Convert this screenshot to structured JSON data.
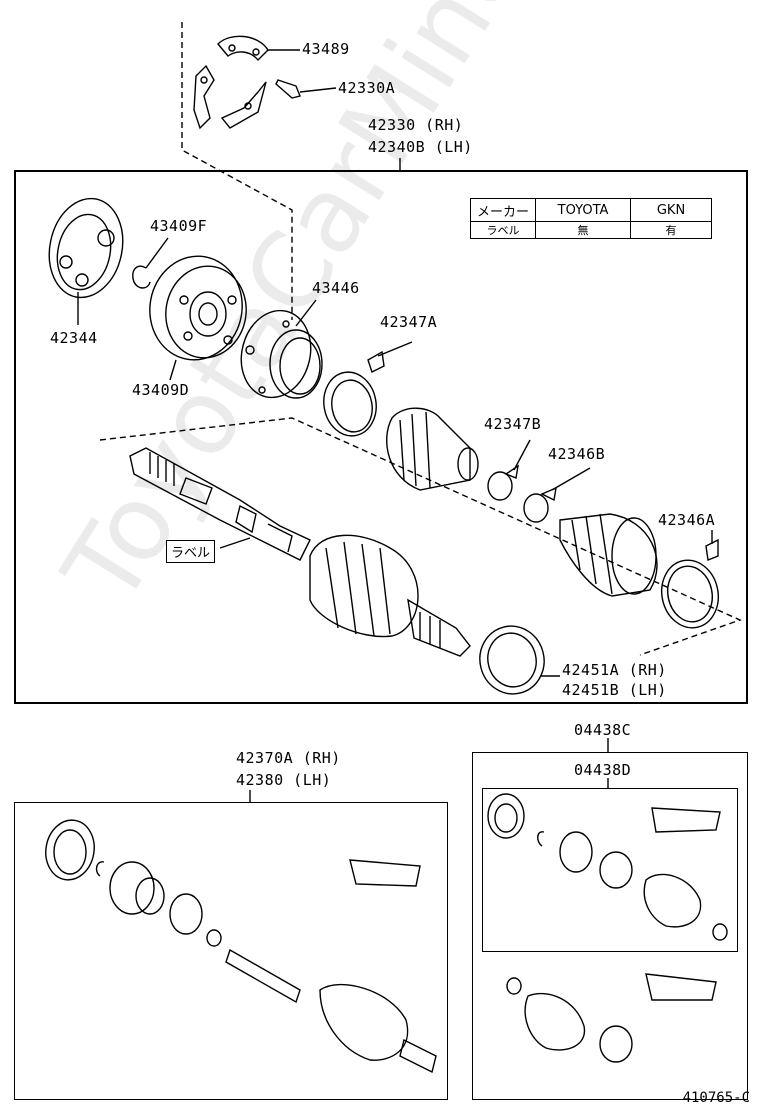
{
  "labels": {
    "p43489": "43489",
    "p42330A": "42330A",
    "assembly_rh": "42330 (RH)",
    "assembly_lh": "42340B (LH)",
    "p43409F": "43409F",
    "p42344": "42344",
    "p43409D": "43409D",
    "p43446": "43446",
    "p42347A": "42347A",
    "p42347B": "42347B",
    "p42346B": "42346B",
    "p42346A": "42346A",
    "p42451A": "42451A (RH)",
    "p42451B": "42451B (LH)",
    "label_tag": "ラベル",
    "p42370A": "42370A (RH)",
    "p42380": "42380 (LH)",
    "p04438C": "04438C",
    "p04438D": "04438D",
    "figure_number": "410765-C"
  },
  "maker_table": {
    "h1": "メーカー",
    "h2": "TOYOTA",
    "h3": "GKN",
    "r1": "ラベル",
    "r2": "無",
    "r3": "有"
  },
  "watermark": "ToyotaCarMine.ru"
}
